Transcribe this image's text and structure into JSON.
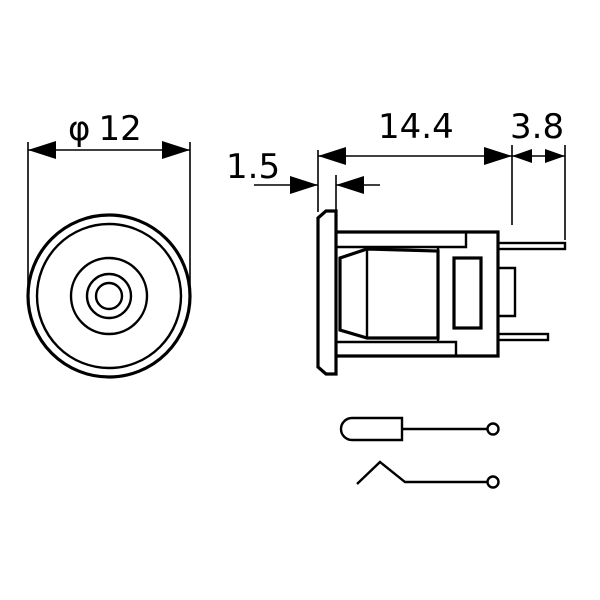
{
  "dimensions": {
    "diameter": {
      "symbol": "φ",
      "value": "12"
    },
    "flange_thickness": "1.5",
    "body_length": "14.4",
    "pin_length": "3.8"
  },
  "colors": {
    "line": "#000000",
    "background": "#ffffff"
  }
}
